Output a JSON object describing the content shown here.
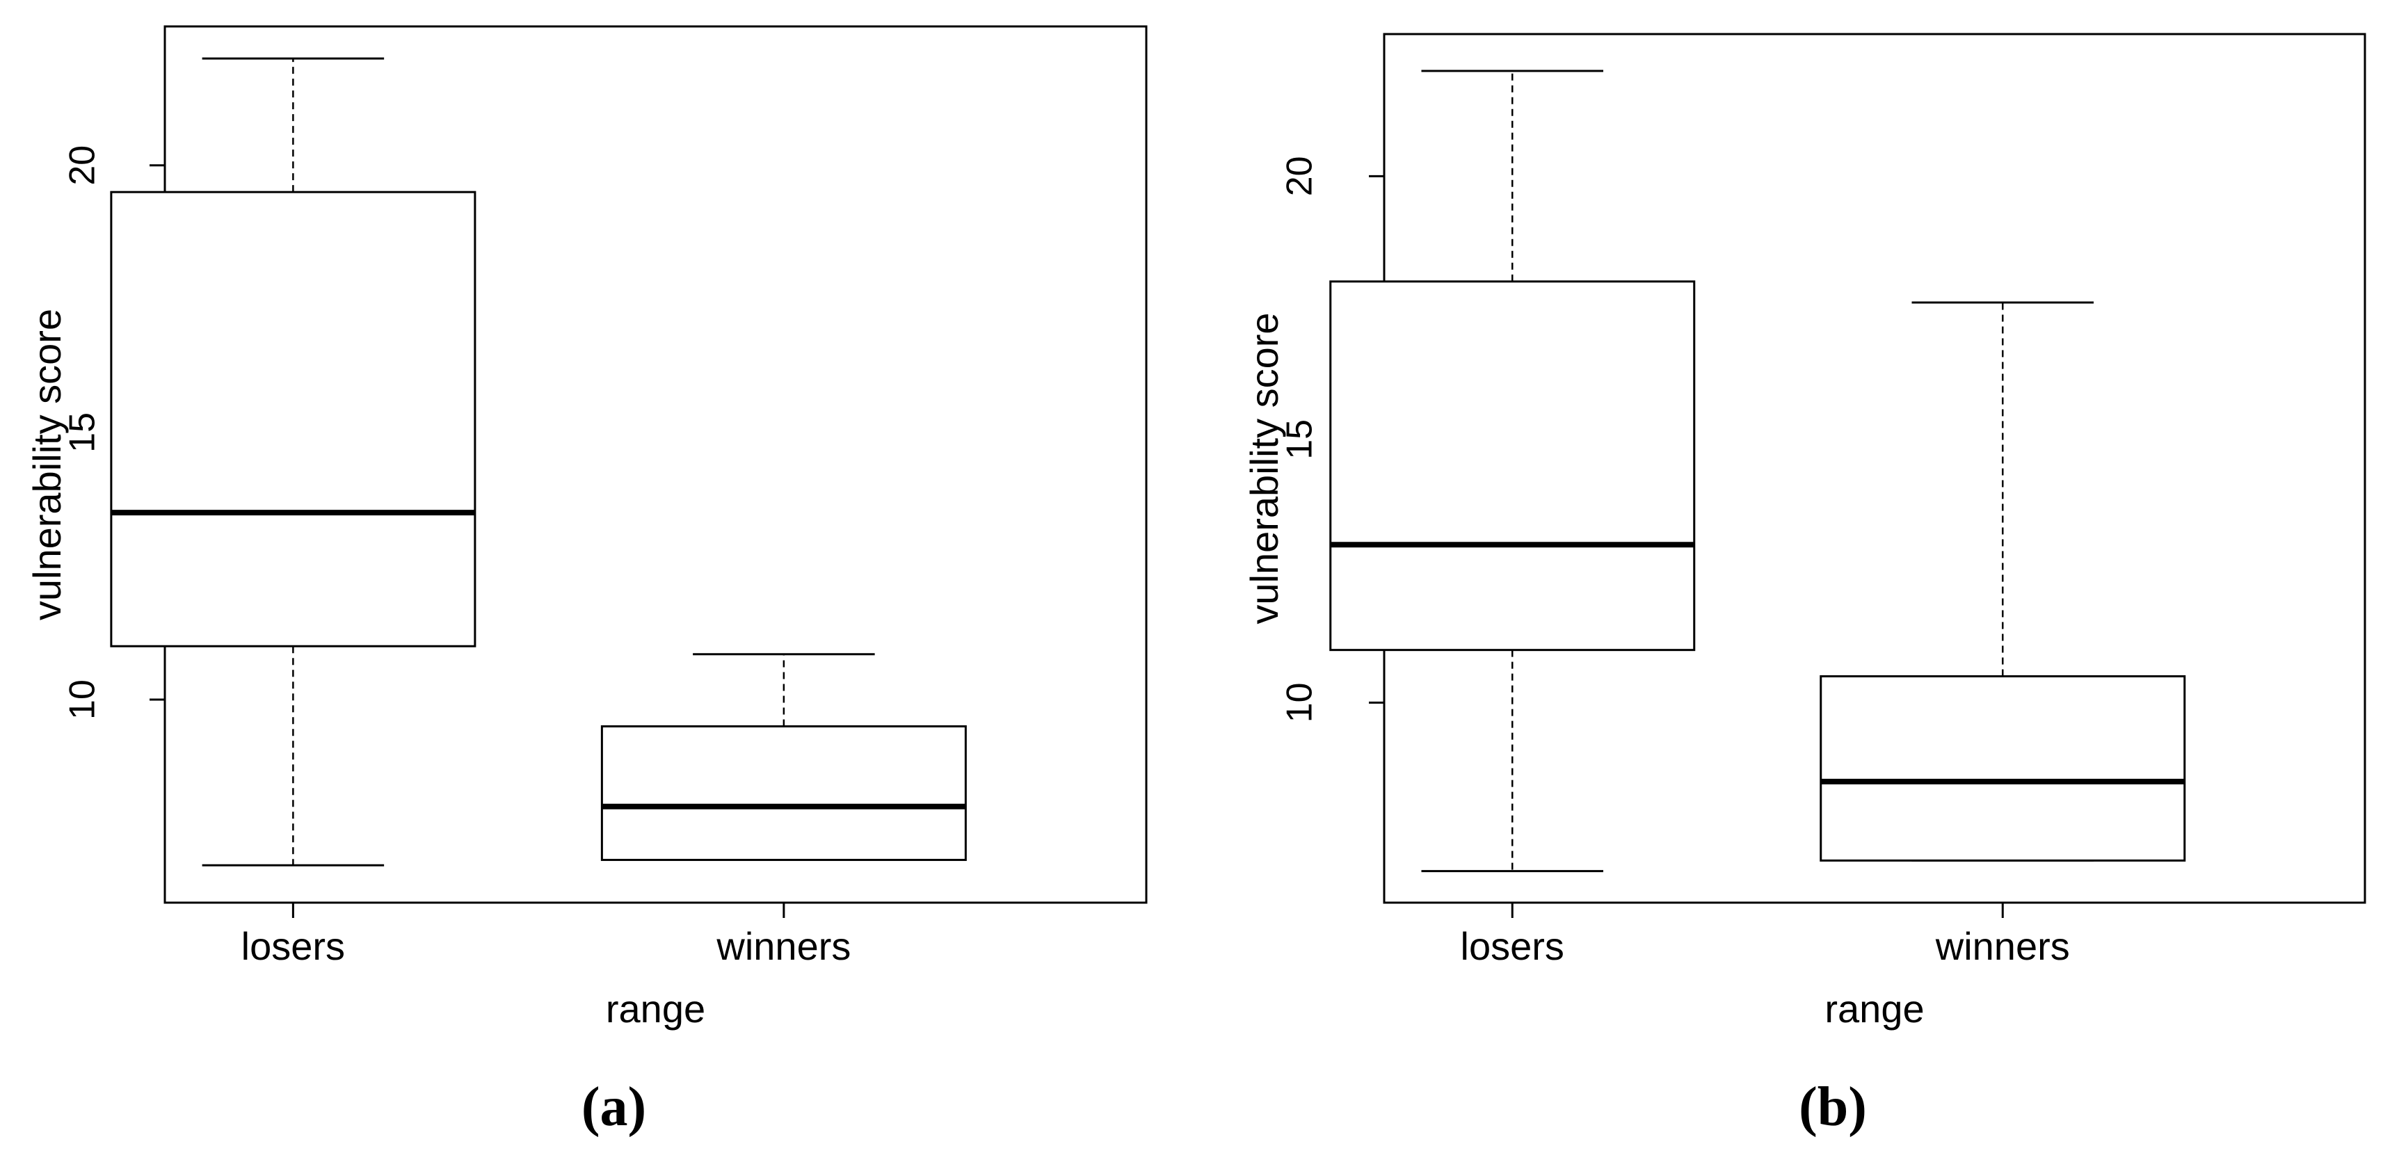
{
  "chart_data": [
    {
      "type": "boxplot",
      "panel_label": "(a)",
      "xlabel": "range",
      "ylabel": "vulnerability score",
      "ylim": [
        6.2,
        22.6
      ],
      "yticks": [
        10,
        15,
        20
      ],
      "grid": false,
      "categories": [
        "losers",
        "winners"
      ],
      "boxes": [
        {
          "min": 6.9,
          "q1": 11.0,
          "median": 13.5,
          "q3": 19.5,
          "max": 22.0
        },
        {
          "min": 7.0,
          "q1": 7.0,
          "median": 8.0,
          "q3": 9.5,
          "max": 10.85
        }
      ]
    },
    {
      "type": "boxplot",
      "panel_label": "(b)",
      "xlabel": "range",
      "ylabel": "vulnerability score",
      "ylim": [
        6.2,
        22.7
      ],
      "yticks": [
        10,
        15,
        20
      ],
      "grid": false,
      "categories": [
        "losers",
        "winners"
      ],
      "boxes": [
        {
          "min": 6.8,
          "q1": 11.0,
          "median": 13.0,
          "q3": 18.0,
          "max": 22.0
        },
        {
          "min": 7.0,
          "q1": 7.0,
          "median": 8.5,
          "q3": 10.5,
          "max": 17.6
        }
      ]
    }
  ]
}
